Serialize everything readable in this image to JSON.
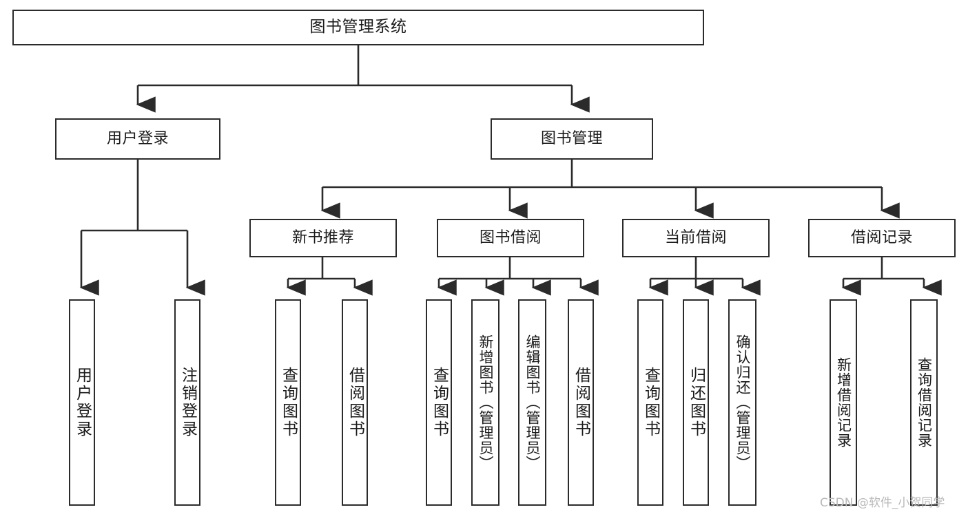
{
  "diagram": {
    "title": "图书管理系统",
    "background_color": "#ffffff",
    "line_color": "#2b2b2b",
    "text_color": "#1a1a1a",
    "levels": {
      "root": {
        "label": "图书管理系统"
      },
      "level2": [
        {
          "label": "用户登录"
        },
        {
          "label": "图书管理"
        }
      ],
      "level3": [
        {
          "label": "新书推荐"
        },
        {
          "label": "图书借阅"
        },
        {
          "label": "当前借阅"
        },
        {
          "label": "借阅记录"
        }
      ],
      "leaves": [
        {
          "label": "用户登录",
          "parent": "用户登录"
        },
        {
          "label": "注销登录",
          "parent": "用户登录"
        },
        {
          "label": "查询图书",
          "parent": "新书推荐"
        },
        {
          "label": "借阅图书",
          "parent": "新书推荐"
        },
        {
          "label": "查询图书",
          "parent": "图书借阅"
        },
        {
          "label": "新增图书（管理员）",
          "parent": "图书借阅"
        },
        {
          "label": "编辑图书（管理员）",
          "parent": "图书借阅"
        },
        {
          "label": "借阅图书",
          "parent": "图书借阅"
        },
        {
          "label": "查询图书",
          "parent": "当前借阅"
        },
        {
          "label": "归还图书",
          "parent": "当前借阅"
        },
        {
          "label": "确认归还（管理员）",
          "parent": "当前借阅"
        },
        {
          "label": "新增借阅记录",
          "parent": "借阅记录"
        },
        {
          "label": "查询借阅记录",
          "parent": "借阅记录"
        }
      ]
    }
  },
  "watermark": {
    "text": "CSDN @软件_小贺同学",
    "color": "#b9b9b9"
  }
}
